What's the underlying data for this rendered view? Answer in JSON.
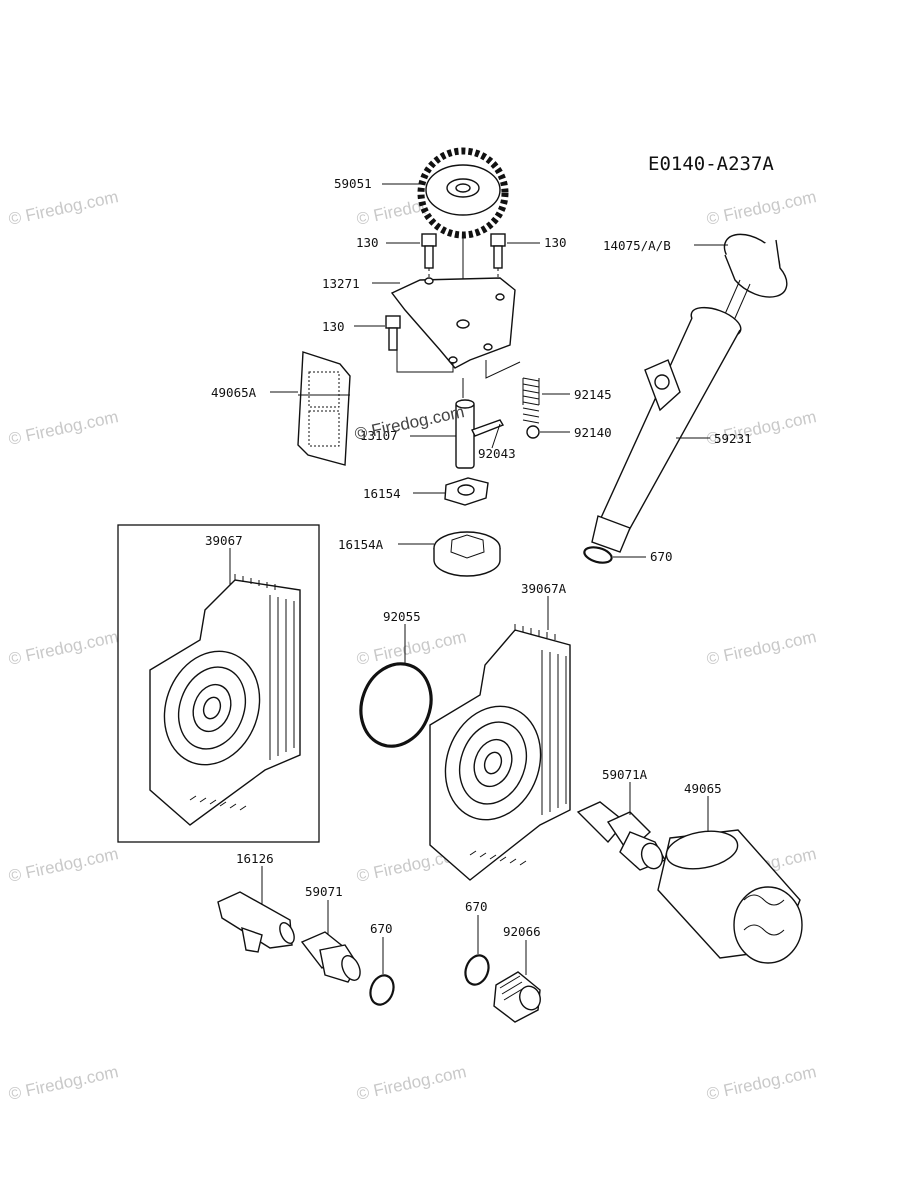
{
  "diagram_code": "E0140-A237A",
  "watermark_text": "© Firedog.com",
  "parts": {
    "p59051": "59051",
    "p130_left": "130",
    "p130_right": "130",
    "p13271": "13271",
    "p130_lower": "130",
    "p49065A": "49065A",
    "p92145": "92145",
    "p13107": "13107",
    "p92043": "92043",
    "p92140": "92140",
    "p16154": "16154",
    "p16154A": "16154A",
    "p14075": "14075/A/B",
    "p59231": "59231",
    "p670_upper": "670",
    "p39067": "39067",
    "p39067A": "39067A",
    "p92055": "92055",
    "p59071A": "59071A",
    "p49065": "49065",
    "p16126": "16126",
    "p59071": "59071",
    "p670_left": "670",
    "p670_right": "670",
    "p92066": "92066"
  }
}
